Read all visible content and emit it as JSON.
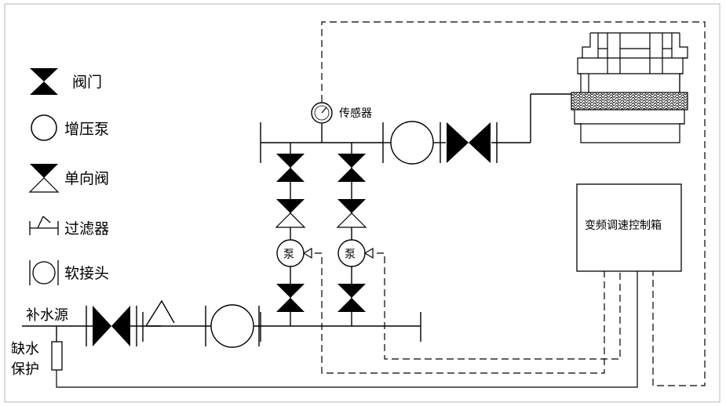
{
  "legend": {
    "valve": "阀门",
    "booster_pump": "增压泵",
    "check_valve": "单向阀",
    "filter": "过滤器",
    "soft_joint": "软接头"
  },
  "labels": {
    "sensor": "传感器",
    "control_box": "变频调速控制箱",
    "pump_1": "泵",
    "pump_2": "泵",
    "water_supply": "补水源",
    "water_shortage_line1": "缺水",
    "water_shortage_line2": "保护"
  }
}
